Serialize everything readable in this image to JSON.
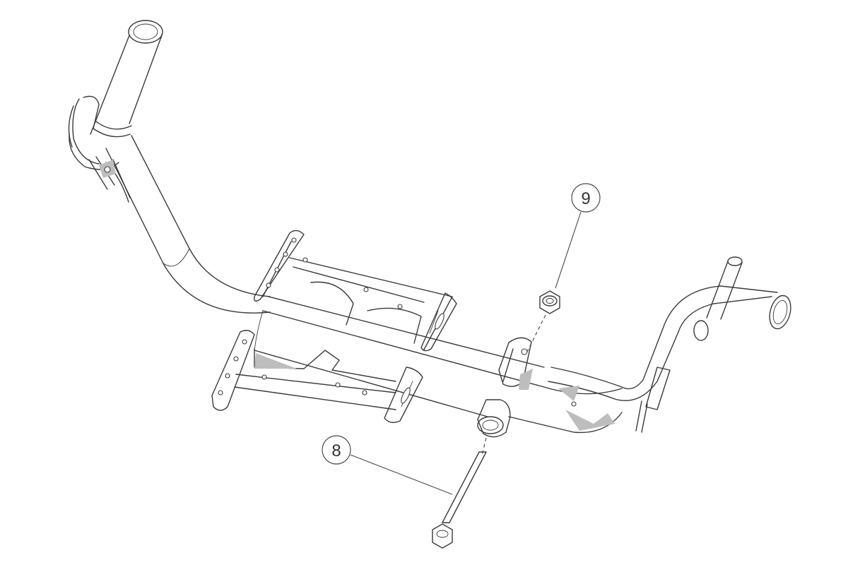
{
  "callouts": [
    {
      "id": "8",
      "label": "8"
    },
    {
      "id": "9",
      "label": "9"
    }
  ],
  "colors": {
    "line": "#3a3a3a",
    "shading": "#bdbdbd",
    "background": "#ffffff"
  }
}
